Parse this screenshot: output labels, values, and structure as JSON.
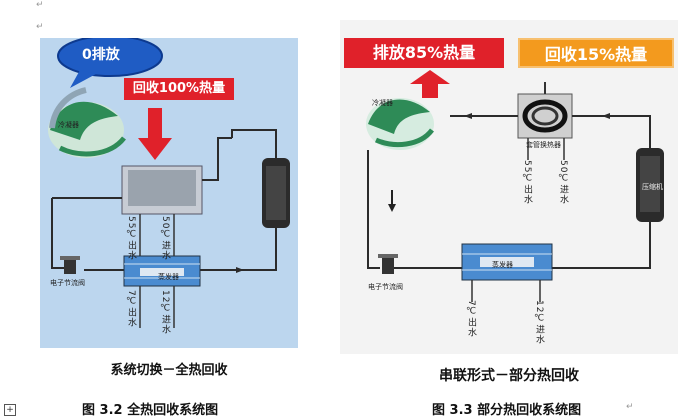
{
  "fig_left": {
    "bubble": "0排放",
    "banner": "回收100%热量",
    "bottom_title": "系统切换－全热回收",
    "condenser_label": "冷凝器",
    "valve_label": "电子节流阀",
    "evap_label": "蒸发器",
    "in_hot": "55℃出水",
    "in_cold": "50℃进水",
    "out_cold": "7℃出水",
    "out_warm": "12℃进水"
  },
  "fig_right": {
    "banner_red": "排放85%热量",
    "banner_orange": "回收15%热量",
    "condenser_label": "冷凝器",
    "hx_label": "套管换热器",
    "valve_label": "电子节流阀",
    "evap_label": "蒸发器",
    "compressor_label": "压缩机",
    "in_hot": "55℃出水",
    "in_cold": "50℃进水",
    "out_cold": "7℃出水",
    "out_warm": "12℃进水",
    "bottom_title": "串联形式－部分热回收"
  },
  "captions": {
    "left": "图 3.2 全热回收系统图",
    "right": "图 3.3 部分热回收系统图"
  },
  "colors": {
    "red": "#e0212a",
    "orange": "#f39a1e",
    "blue_panel": "#bcd6ee"
  }
}
